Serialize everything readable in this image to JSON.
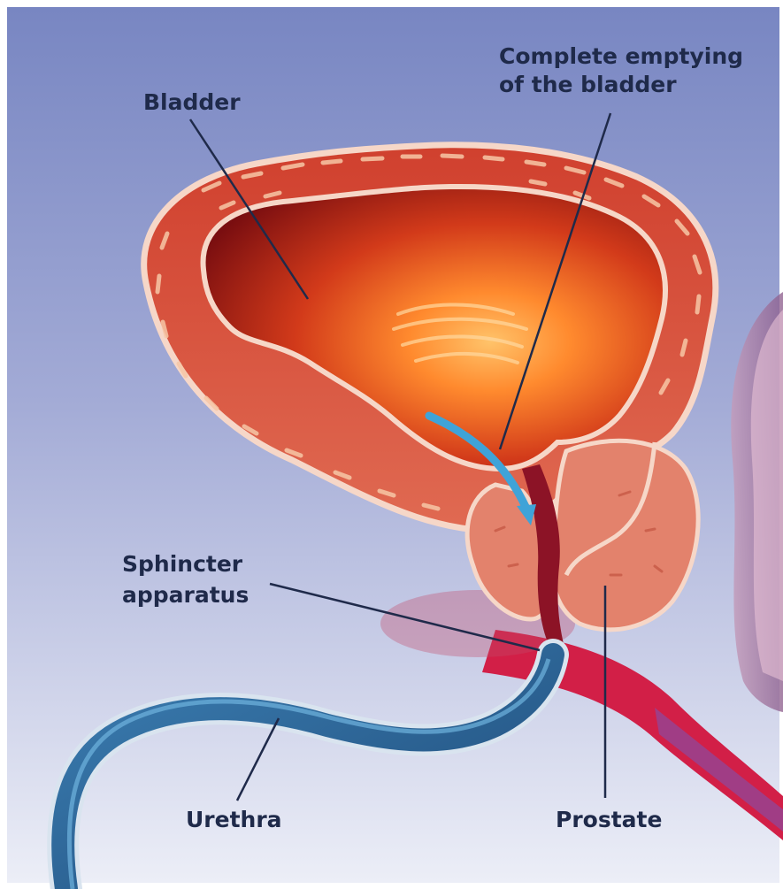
{
  "labels": {
    "bladder": "Bladder",
    "complete_emptying_line1": "Complete emptying",
    "complete_emptying_line2": "of the bladder",
    "sphincter_line1": "Sphincter",
    "sphincter_line2": "apparatus",
    "urethra": "Urethra",
    "prostate": "Prostate"
  },
  "colors": {
    "background_top": "#7d8bc4",
    "background_bottom": "#e9ebf5",
    "bladder_wall": "#d9473a",
    "bladder_inner_dark": "#8e1414",
    "bladder_inner_light": "#ff9a3a",
    "prostate": "#e58470",
    "urethra": "#2d5e8c",
    "label_text": "#1f2a4a",
    "leader_line": "#1f2a4a"
  }
}
